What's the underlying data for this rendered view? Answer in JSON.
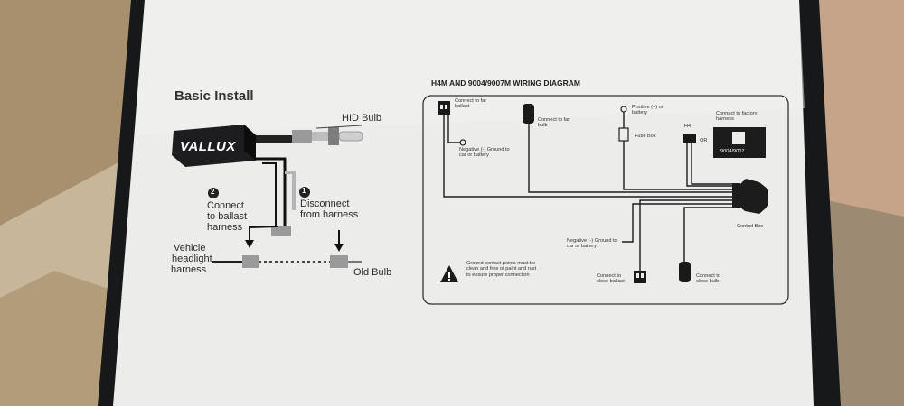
{
  "basic_install": {
    "title": "Basic Install",
    "brand": "VALLUX",
    "hid_bulb": "HID Bulb",
    "step2_num": "2",
    "step2_l1": "Connect",
    "step2_l2": "to ballast",
    "step2_l3": "harness",
    "step1_num": "1",
    "step1_l1": "Disconnect",
    "step1_l2": "from harness",
    "vehicle_l1": "Vehicle",
    "vehicle_l2": "headlight",
    "vehicle_l3": "harness",
    "old_bulb": "Old Bulb"
  },
  "wiring": {
    "title": "H4M AND 9004/9007M WIRING DIAGRAM",
    "far_ballast": "Connect to far ballast",
    "neg_ground_top": "Negative (-) Ground to car or battery",
    "far_bulb": "Connect to far bulb",
    "positive": "Positive (+) on battery",
    "fuse_box": "Fuse Box",
    "h4": "H4",
    "or": "OR",
    "factory": "Connect to factory harness",
    "socket_label": "9004/9007",
    "control_box": "Control Box",
    "neg_ground_bottom": "Negative (-) Ground to car or battery",
    "warning": "Ground contact points must be clean and free of paint and rust to ensure proper connection",
    "close_ballast": "Connect to close ballast",
    "close_bulb": "Connect to close bulb"
  },
  "colors": {
    "card": "#ededeb",
    "frame": "#17191b",
    "cardboard": "#b8a78e",
    "ink": "#1c1c1c"
  }
}
